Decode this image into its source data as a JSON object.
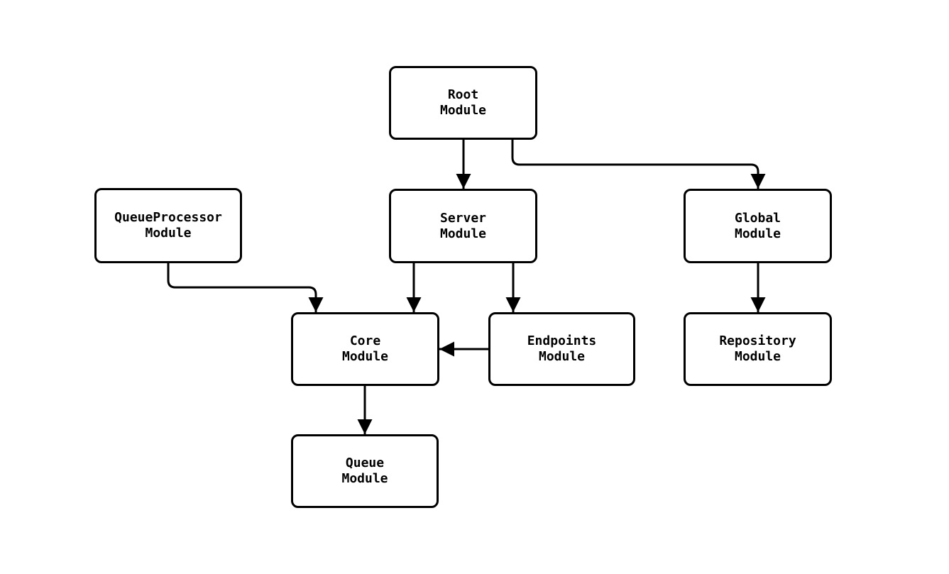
{
  "diagram": {
    "nodes": {
      "root": {
        "line1": "Root",
        "line2": "Module"
      },
      "queueprocessor": {
        "line1": "QueueProcessor",
        "line2": "Module"
      },
      "server": {
        "line1": "Server",
        "line2": "Module"
      },
      "global": {
        "line1": "Global",
        "line2": "Module"
      },
      "core": {
        "line1": "Core",
        "line2": "Module"
      },
      "endpoints": {
        "line1": "Endpoints",
        "line2": "Module"
      },
      "repository": {
        "line1": "Repository",
        "line2": "Module"
      },
      "queue": {
        "line1": "Queue",
        "line2": "Module"
      }
    },
    "edges": [
      {
        "from": "Root Module",
        "to": "Server Module"
      },
      {
        "from": "Root Module",
        "to": "Global Module"
      },
      {
        "from": "QueueProcessor Module",
        "to": "Core Module"
      },
      {
        "from": "Server Module",
        "to": "Core Module"
      },
      {
        "from": "Server Module",
        "to": "Endpoints Module"
      },
      {
        "from": "Endpoints Module",
        "to": "Core Module"
      },
      {
        "from": "Global Module",
        "to": "Repository Module"
      },
      {
        "from": "Core Module",
        "to": "Queue Module"
      }
    ],
    "colors": {
      "background": "#ffffff",
      "node_fill": "#ffffff",
      "stroke": "#000000",
      "text": "#000000"
    }
  }
}
